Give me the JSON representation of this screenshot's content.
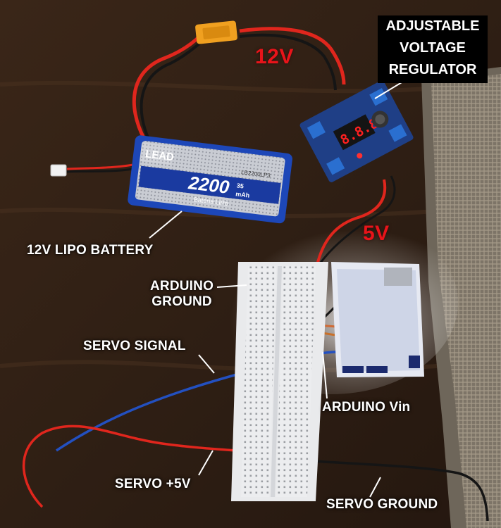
{
  "photo": {
    "labels": {
      "regulator": [
        "ADJUSTABLE",
        "VOLTAGE",
        "REGULATOR"
      ],
      "v12": "12V",
      "v5": "5V",
      "battery": "12V LIPO BATTERY",
      "arduino_ground": [
        "ARDUINO",
        "GROUND"
      ],
      "servo_signal": "SERVO SIGNAL",
      "arduino_vin": "ARDUINO Vin",
      "servo_5v": "SERVO +5V",
      "servo_ground": "SERVO GROUND"
    },
    "battery_print": {
      "brand": "LEAD",
      "capacity": "2200",
      "c_rating": "35",
      "unit": "mAh",
      "type": "Bateria LiPo",
      "model": "LB2200LP3"
    },
    "regulator_display": "8.8.8",
    "colors": {
      "label_red": "#e8141a",
      "label_white": "#ffffff",
      "wire_red": "#e0261d",
      "wire_black": "#111111",
      "wire_blue": "#2350c0",
      "regulator_pcb": "#1f3f86",
      "battery_blue": "#1d47b8",
      "breadboard": "#e9eaec",
      "connector_yellow": "#f0a020"
    },
    "icons": [
      "xt60-connector",
      "lipo-battery",
      "voltage-regulator",
      "breadboard",
      "arduino-board"
    ]
  }
}
